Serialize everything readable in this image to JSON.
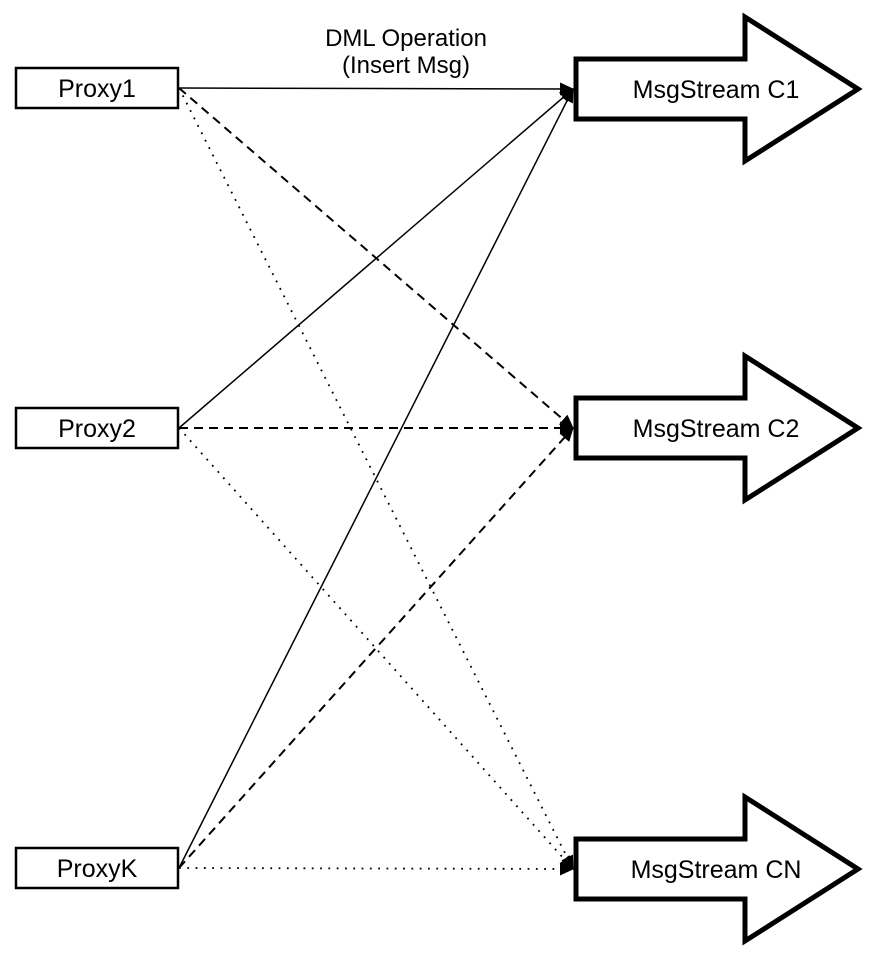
{
  "diagram": {
    "title_label": {
      "line1": "DML Operation",
      "line2": "(Insert Msg)"
    },
    "proxies": [
      {
        "id": "proxy1",
        "label": "Proxy1"
      },
      {
        "id": "proxy2",
        "label": "Proxy2"
      },
      {
        "id": "proxyk",
        "label": "ProxyK"
      }
    ],
    "streams": [
      {
        "id": "c1",
        "label": "MsgStream C1"
      },
      {
        "id": "c2",
        "label": "MsgStream C2"
      },
      {
        "id": "cn",
        "label": "MsgStream CN"
      }
    ],
    "connections": [
      {
        "from": "proxy1",
        "to": "c1",
        "style": "solid"
      },
      {
        "from": "proxy1",
        "to": "c2",
        "style": "dashed"
      },
      {
        "from": "proxy1",
        "to": "cn",
        "style": "dotted"
      },
      {
        "from": "proxy2",
        "to": "c1",
        "style": "solid"
      },
      {
        "from": "proxy2",
        "to": "c2",
        "style": "dashed"
      },
      {
        "from": "proxy2",
        "to": "cn",
        "style": "dotted"
      },
      {
        "from": "proxyk",
        "to": "c1",
        "style": "solid"
      },
      {
        "from": "proxyk",
        "to": "c2",
        "style": "dashed"
      },
      {
        "from": "proxyk",
        "to": "cn",
        "style": "dotted"
      }
    ],
    "colors": {
      "stroke": "#000000",
      "shape_fill": "#ffffff",
      "background": "#ffffff"
    }
  }
}
